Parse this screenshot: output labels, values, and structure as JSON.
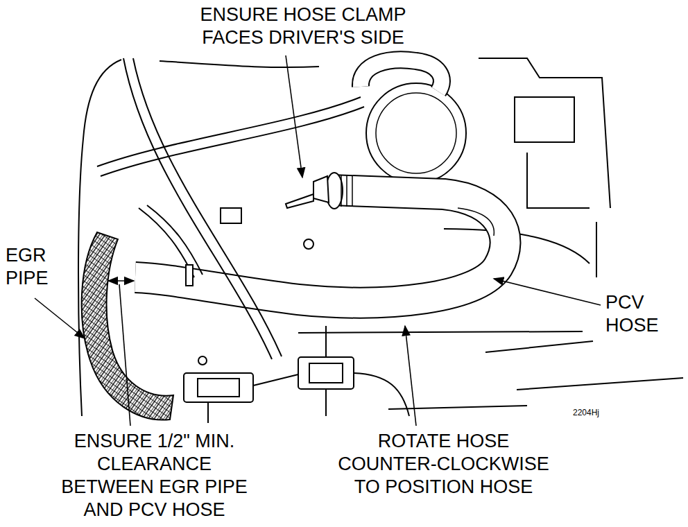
{
  "diagram": {
    "labels": [
      "ENSURE HOSE CLAMP FACES DRIVER'S SIDE",
      "EGR PIPE",
      "PCV HOSE",
      "ENSURE 1/2\" MIN. CLEARANCE BETWEEN EGR PIPE AND PCV HOSE",
      "ROTATE HOSE COUNTER-CLOCKWISE TO POSITION HOSE",
      "2204Hj"
    ]
  }
}
